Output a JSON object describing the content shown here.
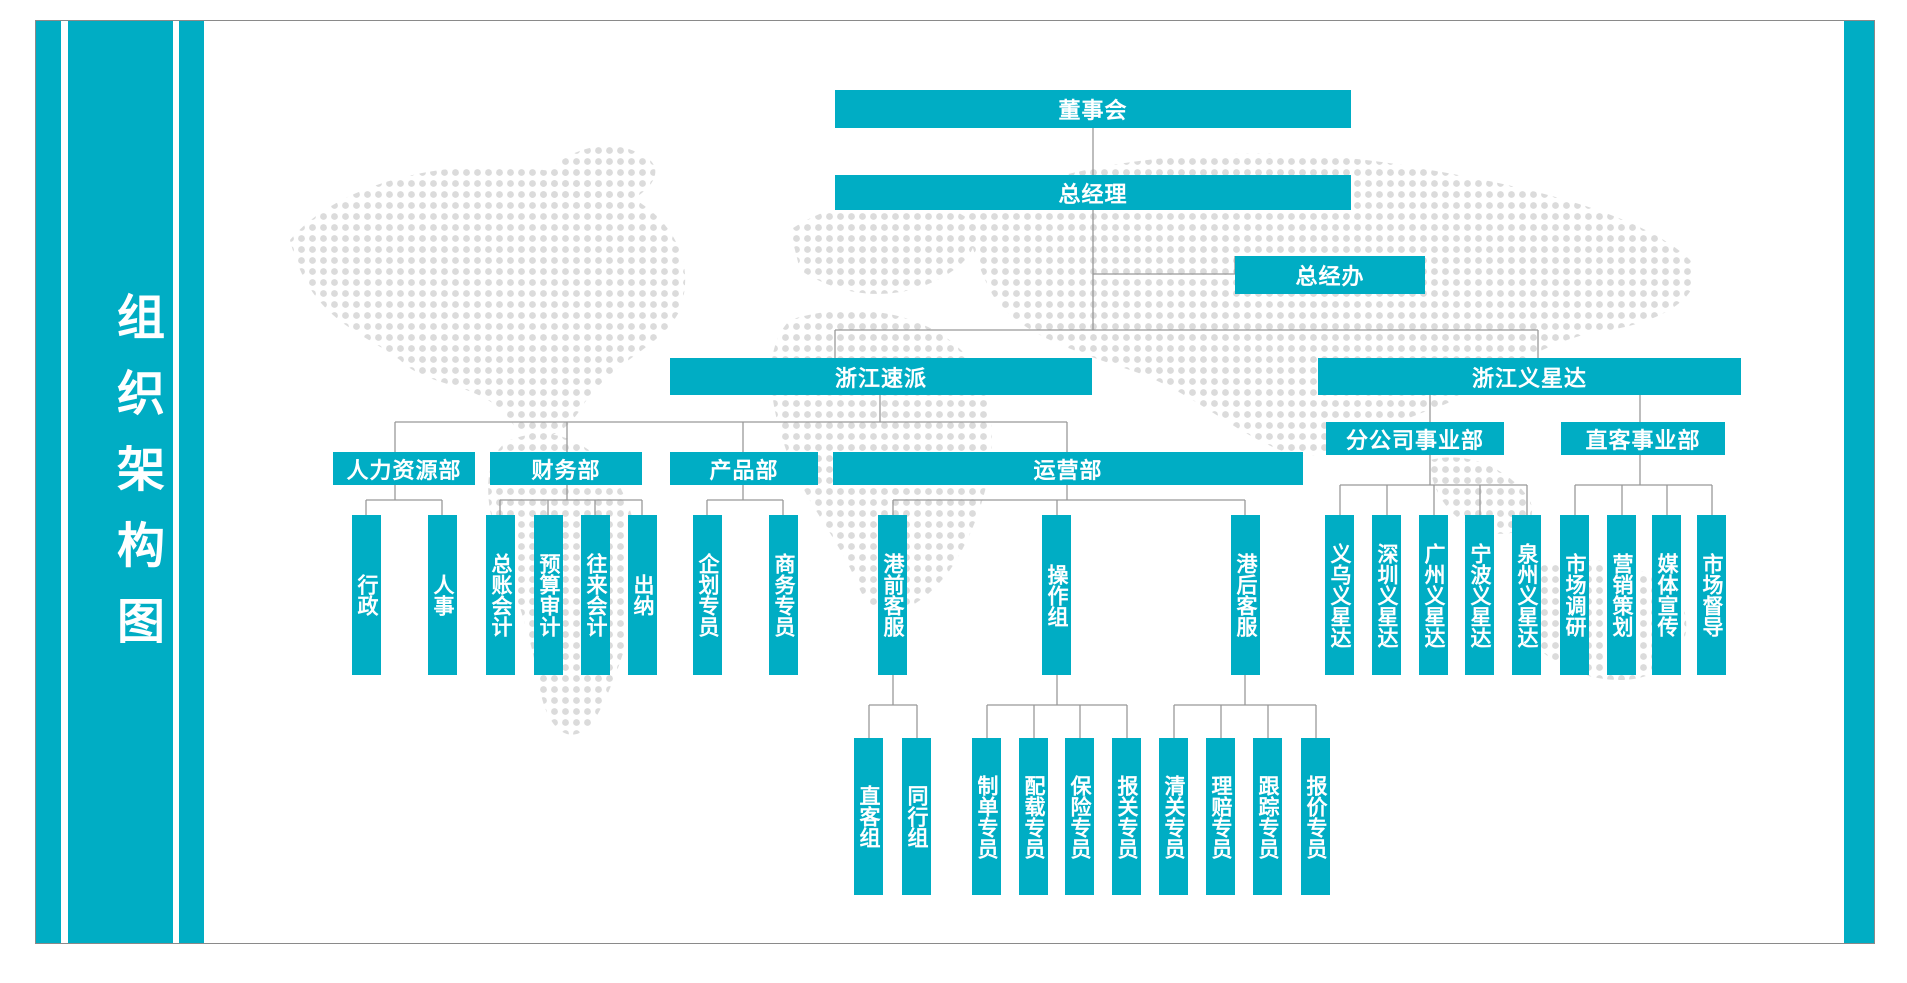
{
  "side_title": "组织架构图",
  "colors": {
    "accent": "#00adc4",
    "line": "#999999",
    "map_dot": "#cfcfcf"
  },
  "nodes": {
    "board": "董事会",
    "gm": "总经理",
    "gm_office": "总经办",
    "zj_sp": "浙江速派",
    "zj_yxd": "浙江义星达",
    "hr": "人力资源部",
    "finance": "财务部",
    "product": "产品部",
    "operations": "运营部",
    "branch": "分公司事业部",
    "direct": "直客事业部",
    "hr_admin": "行政",
    "hr_personnel": "人事",
    "fin_gl": "总账会计",
    "fin_budget": "预算审计",
    "fin_ar": "往来会计",
    "fin_cashier": "出纳",
    "prod_plan": "企划专员",
    "prod_biz": "商务专员",
    "ops_pre": "港前客服",
    "ops_team": "操作组",
    "ops_post": "港后客服",
    "pre_direct": "直客组",
    "pre_peer": "同行组",
    "team_doc": "制单专员",
    "team_load": "配载专员",
    "team_ins": "保险专员",
    "team_customs": "报关专员",
    "post_clear": "清关专员",
    "post_claim": "理赔专员",
    "post_track": "跟踪专员",
    "post_quote": "报价专员",
    "br_yiwu": "义乌义星达",
    "br_shenzhen": "深圳义星达",
    "br_guangzhou": "广州义星达",
    "br_ningbo": "宁波义星达",
    "br_quanzhou": "泉州义星达",
    "dir_research": "市场调研",
    "dir_marketing": "营销策划",
    "dir_media": "媒体宣传",
    "dir_supervise": "市场督导"
  }
}
